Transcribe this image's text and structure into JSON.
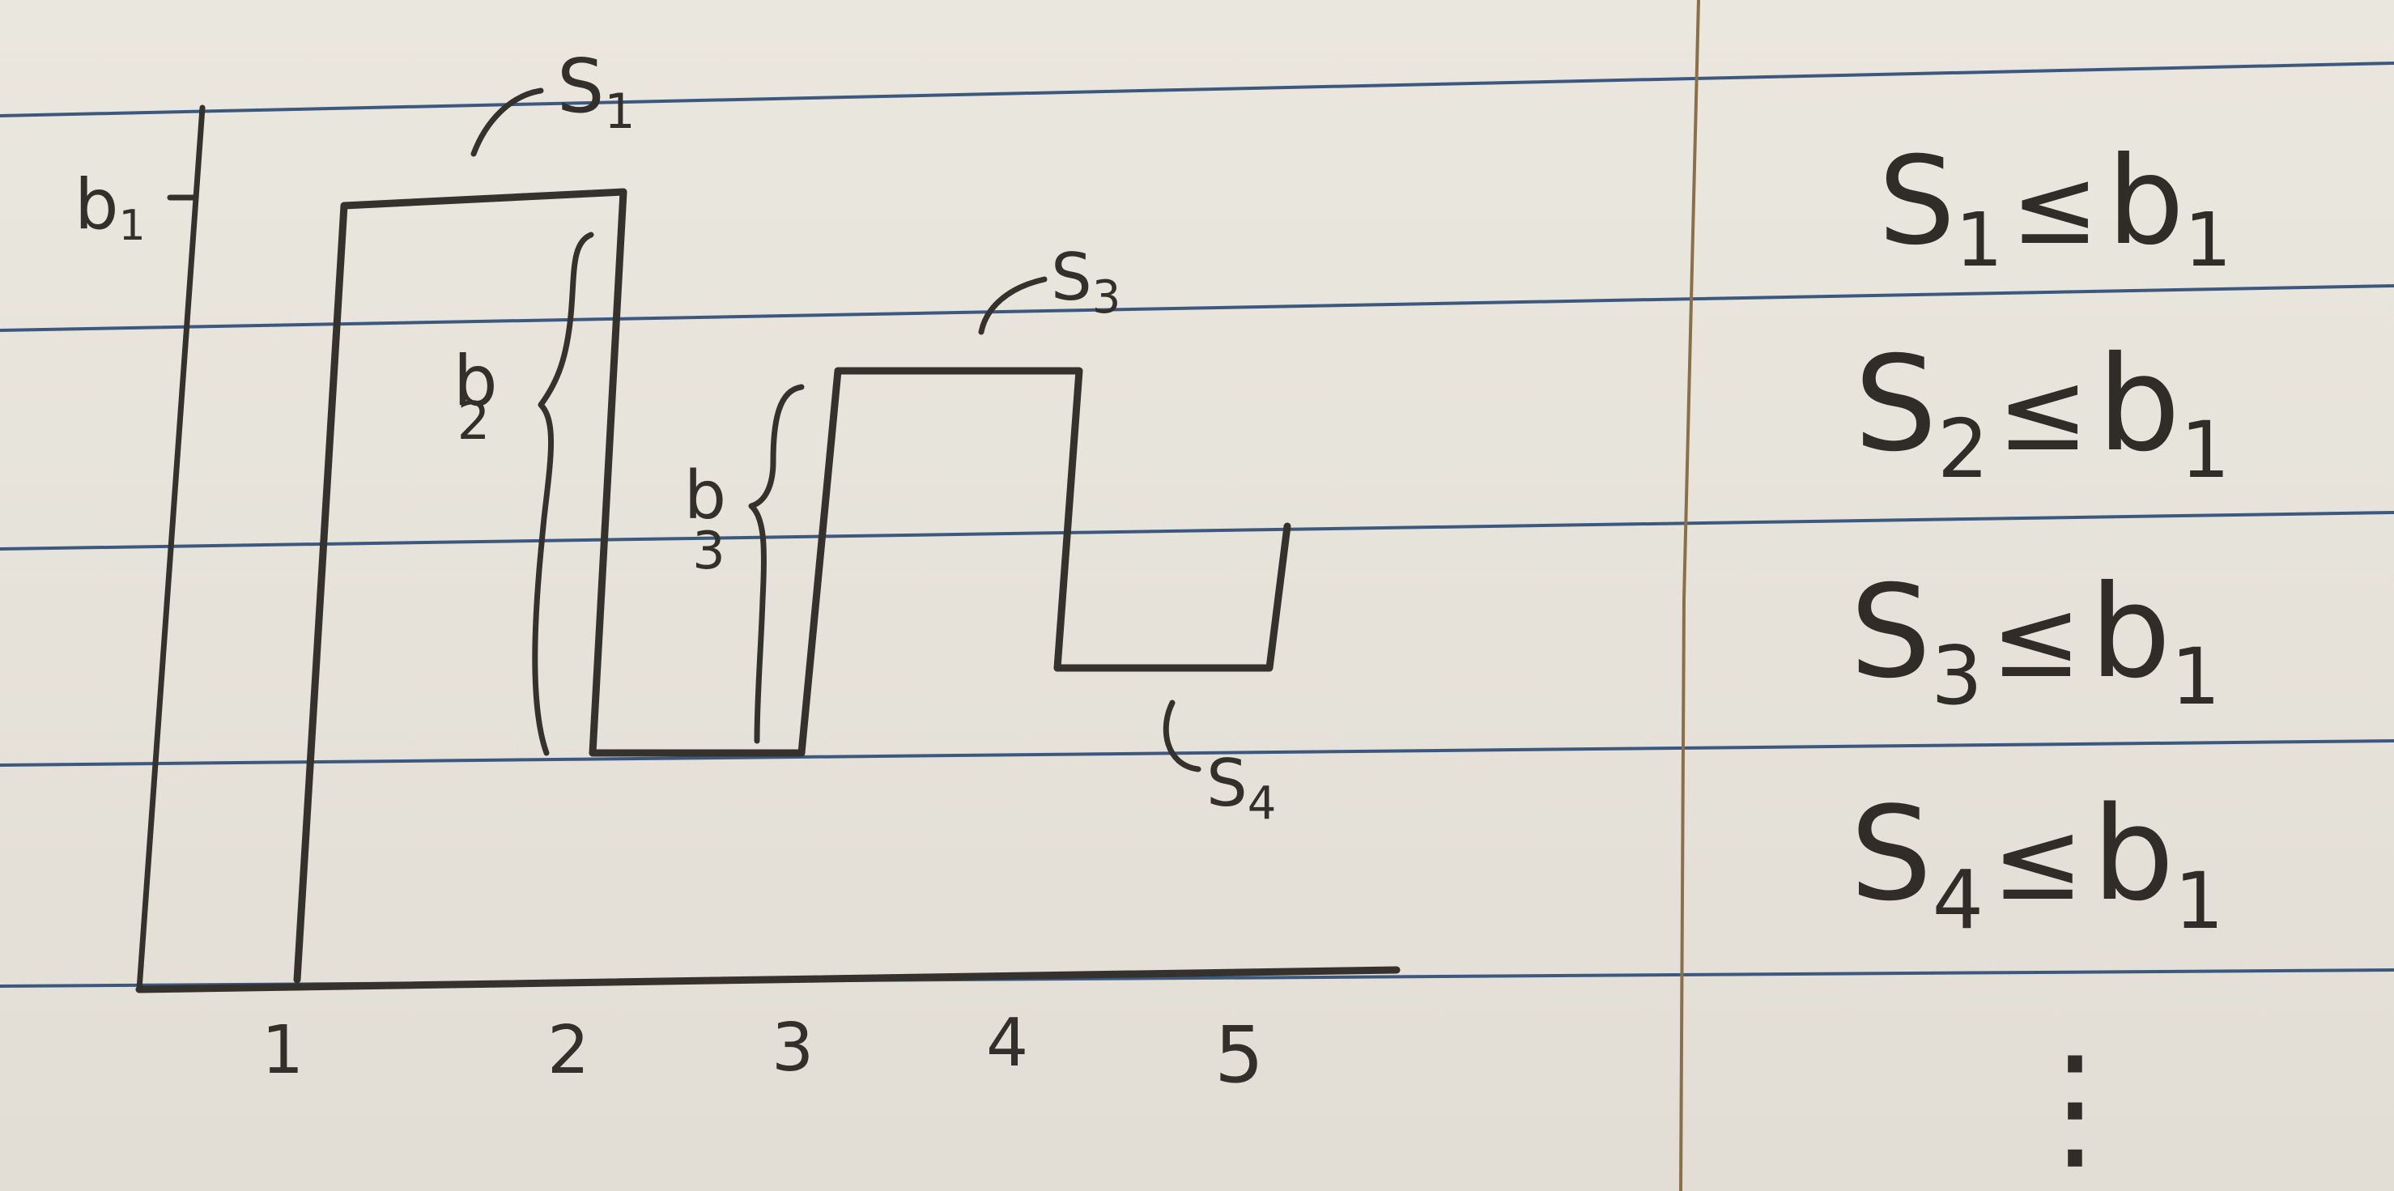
{
  "diagram": {
    "bar_labels": {
      "s1": {
        "main": "S",
        "sub": "1"
      },
      "s3": {
        "main": "S",
        "sub": "3"
      },
      "s4": {
        "main": "S",
        "sub": "4"
      }
    },
    "brace_labels": {
      "b1": {
        "main": "b",
        "sub": "1"
      },
      "b2": {
        "main": "b",
        "sub": "2"
      },
      "b3": {
        "main": "b",
        "sub": "3"
      }
    },
    "axis_ticks": [
      "1",
      "2",
      "3",
      "4",
      "5"
    ]
  },
  "inequalities": [
    {
      "lhs": "S",
      "lhs_sub": "1",
      "op": "≤",
      "rhs": "b",
      "rhs_sub": "1"
    },
    {
      "lhs": "S",
      "lhs_sub": "2",
      "op": "≤",
      "rhs": "b",
      "rhs_sub": "1"
    },
    {
      "lhs": "S",
      "lhs_sub": "3",
      "op": "≤",
      "rhs": "b",
      "rhs_sub": "1"
    },
    {
      "lhs": "S",
      "lhs_sub": "4",
      "op": "≤",
      "rhs": "b",
      "rhs_sub": "1"
    }
  ],
  "continuation": "⋮",
  "colors": {
    "paper": "#ebe8e1",
    "ink": "#35312c",
    "rule_lines": "#3d587e",
    "margin_line": "#8a6f48"
  }
}
